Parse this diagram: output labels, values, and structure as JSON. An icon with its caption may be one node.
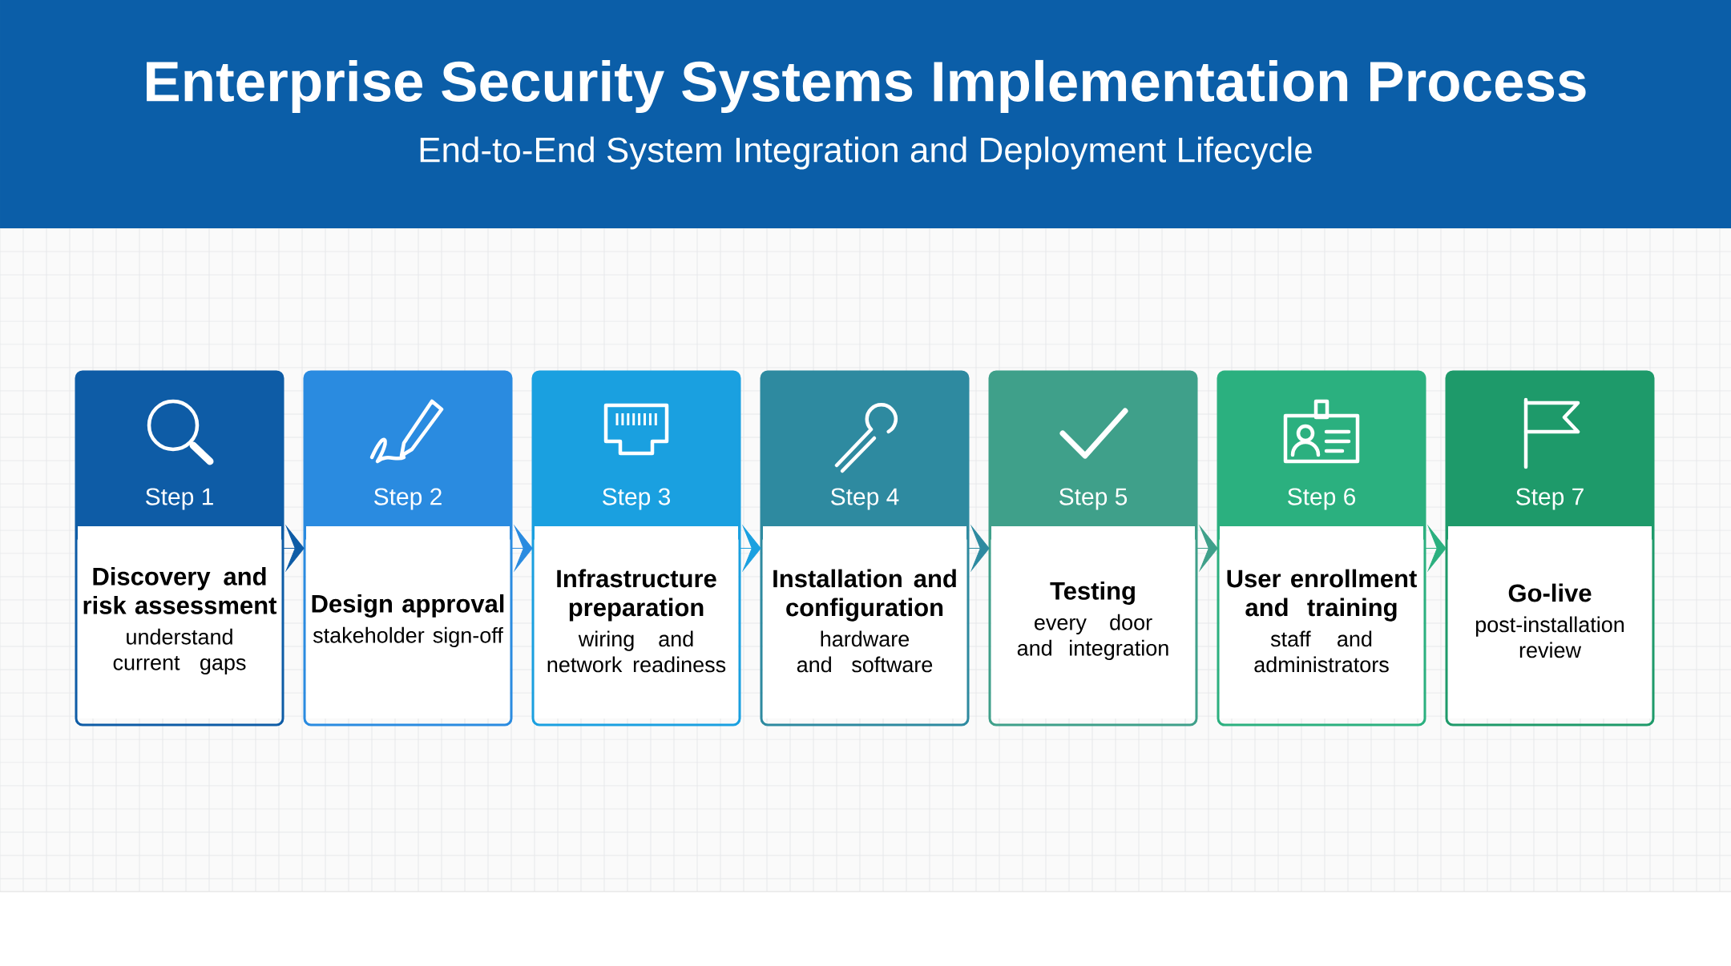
{
  "diagram": {
    "title": "Enterprise Security Systems Implementation Process",
    "nodes": [
      {
        "text": [
          "Step 1",
          "Discovery and risk assessment",
          "understand current gaps"
        ]
      },
      {
        "text": [
          "Step 2",
          "Design approval",
          "stakeholder sign-off"
        ]
      },
      {
        "text": [
          "Step 3",
          "Infrastructure preparation",
          "wiring and network readiness"
        ]
      },
      {
        "text": [
          "Step 4",
          "Installation and configuration",
          "hardware and software"
        ]
      },
      {
        "text": [
          "Step 5",
          "Testing",
          "every door and integration"
        ]
      },
      {
        "text": [
          "Step 6",
          "User enrollment and training",
          "staff and administrators"
        ]
      },
      {
        "text": [
          "Step 7",
          "Go-live",
          "post-installation review"
        ]
      }
    ],
    "edges": [
      {
        "from": 0,
        "to": 1,
        "arrow": "to"
      },
      {
        "from": 1,
        "to": 2,
        "arrow": "to"
      },
      {
        "from": 2,
        "to": 3,
        "arrow": "to"
      },
      {
        "from": 3,
        "to": 4,
        "arrow": "to"
      },
      {
        "from": 4,
        "to": 5,
        "arrow": "to"
      },
      {
        "from": 5,
        "to": 6,
        "arrow": "to"
      }
    ],
    "labels": [
      "End-to-End System Integration and Deployment Lifecycle"
    ]
  }
}
